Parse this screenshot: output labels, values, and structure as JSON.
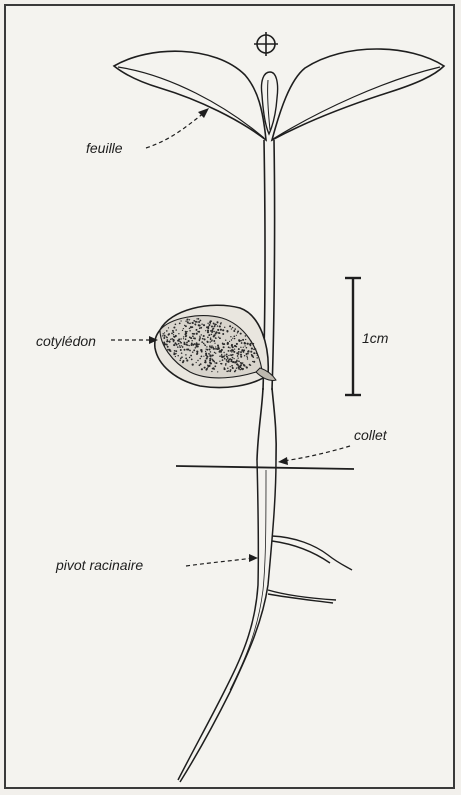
{
  "labels": {
    "feuille": "feuille",
    "cotyledon": "cotylédon",
    "collet": "collet",
    "pivot": "pivot racinaire",
    "scale": "1cm"
  },
  "colors": {
    "ink": "#1e1e1e",
    "paper": "#f4f3ef",
    "cotyledon_fill": "#e9e6df"
  },
  "scale_bar_value": "1cm"
}
